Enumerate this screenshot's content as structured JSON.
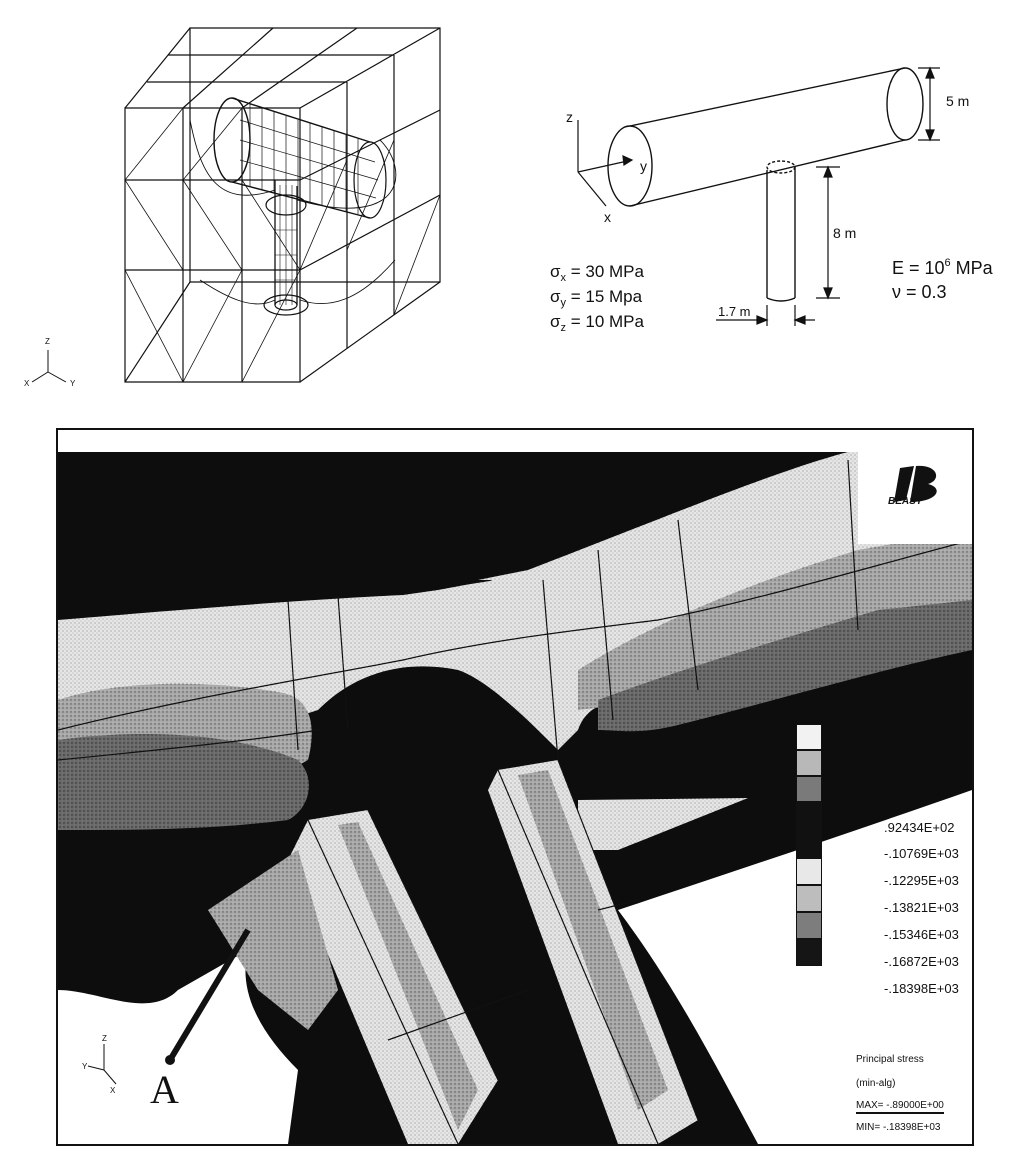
{
  "mesh_view": {
    "triad": {
      "z": "Z",
      "x": "X",
      "y": "Y"
    }
  },
  "geometry_sketch": {
    "axes": {
      "z": "z",
      "y": "y",
      "x": "x"
    },
    "dims": {
      "diameter_main": "5 m",
      "height_branch": "8 m",
      "diameter_branch": "1.7 m"
    },
    "stresses": {
      "sx": {
        "sym": "σ",
        "sub": "x",
        "val": " = 30 MPa"
      },
      "sy": {
        "sym": "σ",
        "sub": "y",
        "val": " = 15 Mpa"
      },
      "sz": {
        "sym": "σ",
        "sub": "z",
        "val": " = 10 MPa"
      }
    },
    "material": {
      "E_prefix": "E = 10",
      "E_exp": "6",
      "E_unit": " MPa",
      "nu": "ν = 0.3"
    }
  },
  "contour_view": {
    "logo_text": "BEASY",
    "point_label": "A",
    "triad": {
      "z": "Z",
      "y": "Y",
      "x": "X"
    },
    "legend": {
      "labels": [
        ".92434E+02",
        "-.10769E+03",
        "-.12295E+03",
        "-.13821E+03",
        "-.15346E+03",
        "-.16872E+03",
        "-.18398E+03"
      ],
      "colors": [
        "#f2f2f2",
        "#b8b8b8",
        "#7a7a7a",
        "#111111",
        "#e8e8e8",
        "#bdbdbd",
        "#7d7d7d",
        "#151515"
      ]
    },
    "info": {
      "title": "Principal stress",
      "subtitle": "(min-alg)",
      "max": "MAX= -.89000E+00",
      "min": "MIN= -.18398E+03"
    }
  }
}
